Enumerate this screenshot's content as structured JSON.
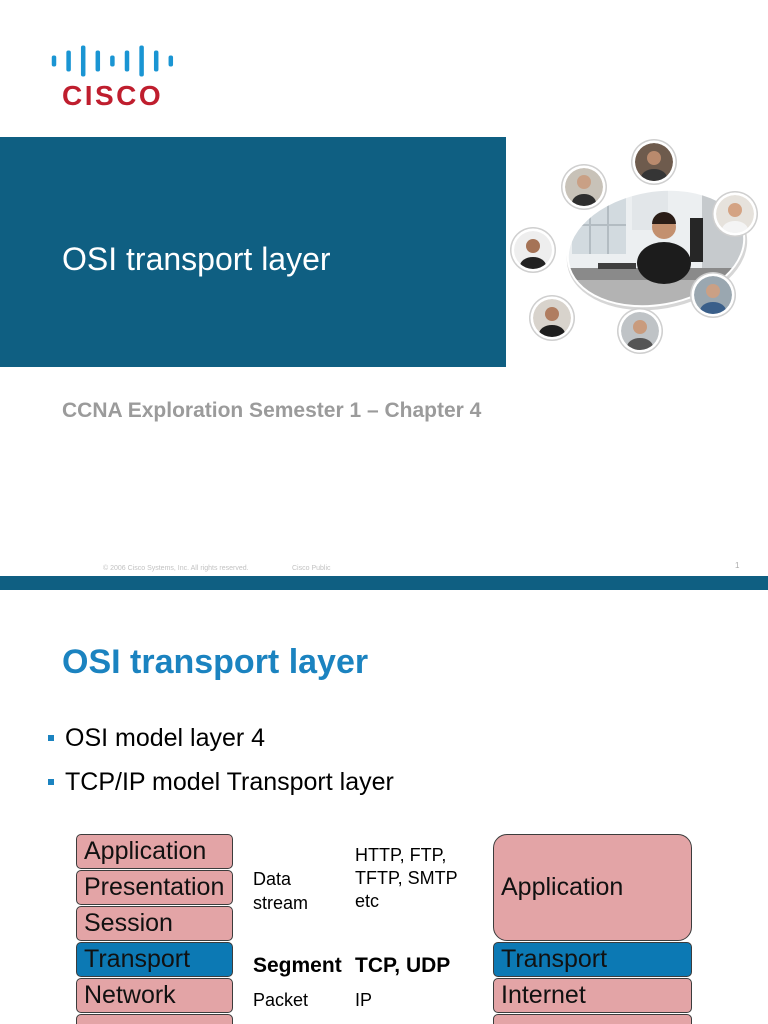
{
  "colors": {
    "cisco_blue": "#0f5f82",
    "logo_bar_blue": "#1a95d3",
    "cisco_red": "#bf1e2e",
    "title_blue": "#1b83c0",
    "subtitle_gray": "#9b9b9b",
    "layer_pink": "#e3a4a6",
    "transport_blue": "#0c79b4"
  },
  "slides": [
    {
      "logo": {
        "icon": "cisco-bridge-logo-icon",
        "wordmark": "CISCO"
      },
      "title": "OSI transport layer",
      "subtitle": "CCNA Exploration Semester 1 – Chapter 4",
      "footer": {
        "copyright": "© 2006 Cisco Systems, Inc. All rights reserved.",
        "classification": "Cisco Public",
        "page_number": "1"
      }
    },
    {
      "title": "OSI transport layer",
      "bullets": [
        "OSI model layer 4",
        "TCP/IP model Transport layer"
      ],
      "diagram": {
        "osi_layers": [
          "Application",
          "Presentation",
          "Session",
          "Transport",
          "Network"
        ],
        "pdu_labels": {
          "application": "Data stream",
          "transport": "Segment",
          "network": "Packet"
        },
        "protocols": {
          "application": "HTTP, FTP, TFTP, SMTP etc",
          "transport": "TCP, UDP",
          "network": "IP"
        },
        "tcpip_layers": [
          "Application",
          "Transport",
          "Internet"
        ]
      }
    }
  ]
}
